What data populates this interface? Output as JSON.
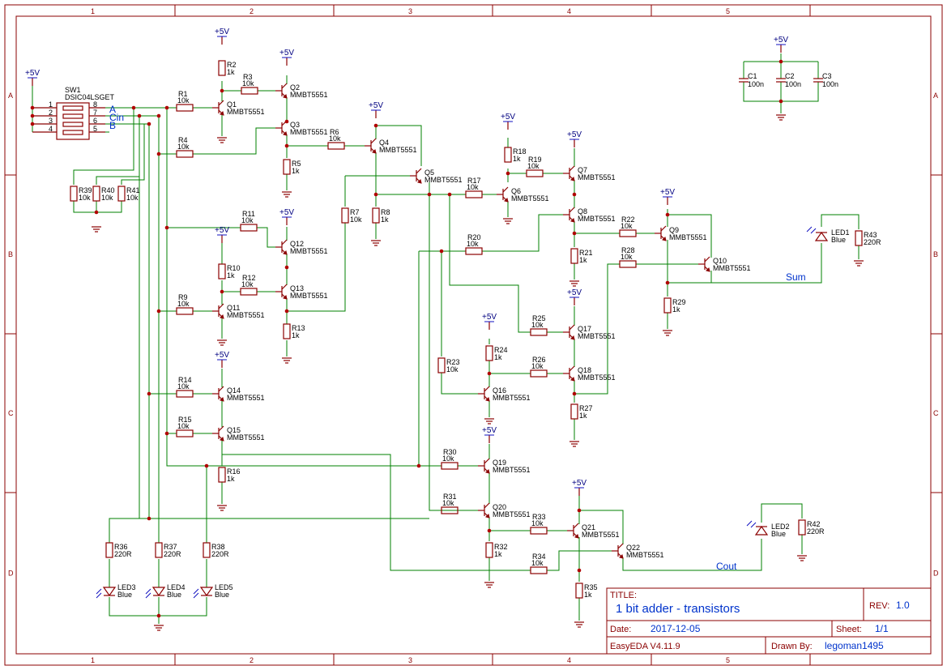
{
  "frame": {
    "columns": [
      "1",
      "2",
      "3",
      "4",
      "5"
    ],
    "rows": [
      "A",
      "B",
      "C",
      "D"
    ]
  },
  "title_block": {
    "title_label": "TITLE:",
    "title": "1 bit adder - transistors",
    "rev_label": "REV:",
    "rev": "1.0",
    "date_label": "Date:",
    "date": "2017-12-05",
    "sheet_label": "Sheet:",
    "sheet": "1/1",
    "tool": "EasyEDA V4.11.9",
    "drawn_label": "Drawn By:",
    "author": "legoman1495"
  },
  "power_label": "+5V",
  "switch": {
    "ref": "SW1",
    "part": "DSIC04LSGET",
    "pins_left": [
      "1",
      "2",
      "3",
      "4"
    ],
    "pins_right": [
      "8",
      "7",
      "6",
      "5"
    ]
  },
  "net_labels": {
    "a": "A",
    "cin": "Cin",
    "b": "B",
    "sum": "Sum",
    "cout": "Cout"
  },
  "transistor_part": "MMBT5551",
  "transistors": [
    "Q1",
    "Q2",
    "Q3",
    "Q4",
    "Q5",
    "Q6",
    "Q7",
    "Q8",
    "Q9",
    "Q10",
    "Q11",
    "Q12",
    "Q13",
    "Q14",
    "Q15",
    "Q16",
    "Q17",
    "Q18",
    "Q19",
    "Q20",
    "Q21",
    "Q22"
  ],
  "resistors": {
    "R1": "10k",
    "R2": "1k",
    "R3": "10k",
    "R4": "10k",
    "R5": "1k",
    "R6": "10k",
    "R7": "10k",
    "R8": "1k",
    "R9": "10k",
    "R10": "1k",
    "R11": "10k",
    "R12": "10k",
    "R13": "1k",
    "R14": "10k",
    "R15": "10k",
    "R16": "1k",
    "R17": "10k",
    "R18": "1k",
    "R19": "10k",
    "R20": "10k",
    "R21": "1k",
    "R22": "10k",
    "R23": "10k",
    "R24": "1k",
    "R25": "10k",
    "R26": "10k",
    "R27": "1k",
    "R28": "10k",
    "R29": "1k",
    "R30": "10k",
    "R31": "10k",
    "R32": "1k",
    "R33": "10k",
    "R34": "10k",
    "R35": "1k",
    "R36": "220R",
    "R37": "220R",
    "R38": "220R",
    "R39": "10k",
    "R40": "10k",
    "R41": "10k",
    "R42": "220R",
    "R43": "220R"
  },
  "capacitors": {
    "C1": "100n",
    "C2": "100n",
    "C3": "100n"
  },
  "leds": {
    "LED1": "Blue",
    "LED2": "Blue",
    "LED3": "Blue",
    "LED4": "Blue",
    "LED5": "Blue"
  }
}
